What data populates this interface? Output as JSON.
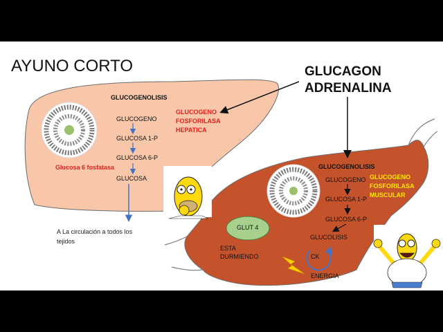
{
  "title": "AYUNO CORTO",
  "hormones": {
    "line1": "GLUCAGON",
    "line2": "ADRENALINA"
  },
  "liver": {
    "heading": "GLUCOGENOLISIS",
    "steps": [
      "GLUCOGENO",
      "GLUCOSA 1-P",
      "GLUCOSA 6-P",
      "GLUCOSA"
    ],
    "enzyme": [
      "GLUCOGENO",
      "FOSFORILASA",
      "HEPATICA"
    ],
    "g6p": "Glucosa 6 fosfatasa",
    "circulation": [
      "A La circulación a todos los",
      "tejidos"
    ]
  },
  "muscle": {
    "heading": "GLUCOGENOLISIS",
    "steps": [
      "GLUCOGENO",
      "GLUCOSA 1-P",
      "GLUCOSA 6-P",
      "GLUCOLISIS"
    ],
    "enzyme": [
      "GLUCOGENO",
      "FOSFORILASA",
      "MUSCULAR"
    ],
    "glut4": "GLUT 4",
    "sleeping": [
      "ESTA",
      "DURMIENDO"
    ],
    "ck": "CK",
    "energy": "ENERGIA"
  },
  "colors": {
    "liver_fill": "#f8c7aa",
    "muscle_fill": "#c4532b",
    "glut_fill": "#a8d08d",
    "arrow_blue": "#4472c4",
    "enzyme_red": "#e0201c",
    "enzyme_yellow": "#ffe600"
  }
}
